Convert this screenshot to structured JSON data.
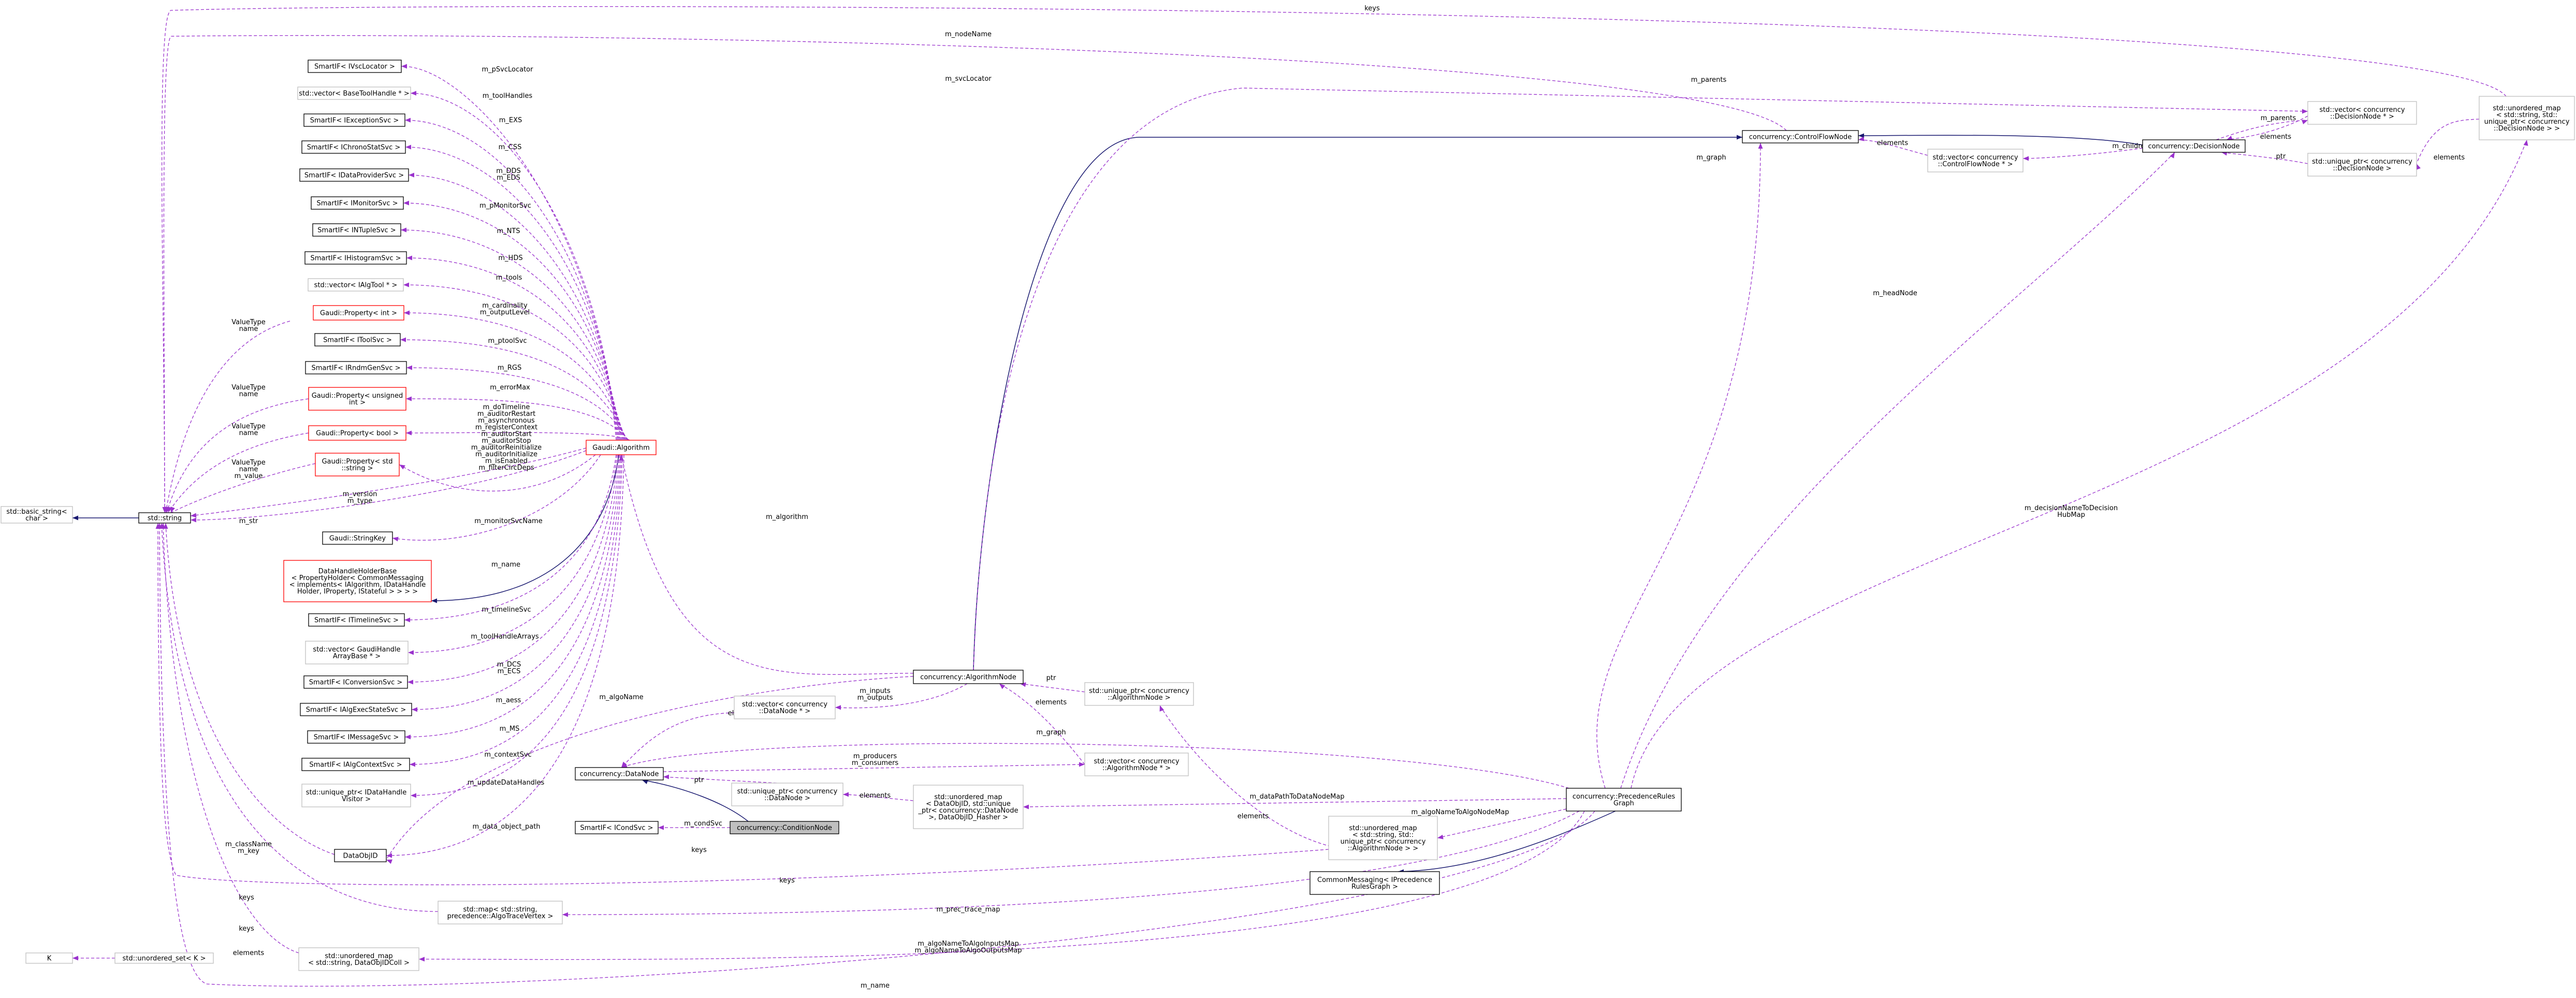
{
  "colors": {
    "usage_edge": "#9a32cd",
    "inherit_edge": "#191970",
    "focus_fill": "#bfbfbf",
    "template_border": "#ff0000",
    "external_border": "#bfbfbf"
  },
  "nodes": {
    "std_basic_string": [
      "std::basic_string<",
      "char >"
    ],
    "std_string": [
      "std::string"
    ],
    "k": [
      "K"
    ],
    "unordered_set_k": [
      "std::unordered_set< K >"
    ],
    "ivsc_locator": [
      "SmartIF< IVscLocator >"
    ],
    "vector_basetoolhandle": [
      "std::vector< BaseToolHandle * >"
    ],
    "iexceptionsvc": [
      "SmartIF< IExceptionSvc >"
    ],
    "ichronostatsvc": [
      "SmartIF< IChronoStatSvc >"
    ],
    "idataprovidersvc": [
      "SmartIF< IDataProviderSvc >"
    ],
    "imonitorsvc": [
      "SmartIF< IMonitorSvc >"
    ],
    "intuplesvc": [
      "SmartIF< INTupleSvc >"
    ],
    "ihistogramsvc": [
      "SmartIF< IHistogramSvc >"
    ],
    "vector_ialgtool": [
      "std::vector< IAlgTool * >"
    ],
    "property_int": [
      "Gaudi::Property< int >"
    ],
    "itoolsvc": [
      "SmartIF< IToolSvc >"
    ],
    "irndmgensvc": [
      "SmartIF< IRndmGenSvc >"
    ],
    "property_uint": [
      "Gaudi::Property< unsigned",
      "int >"
    ],
    "property_bool": [
      "Gaudi::Property< bool >"
    ],
    "property_string": [
      "Gaudi::Property< std",
      "::string >"
    ],
    "stringkey": [
      "Gaudi::StringKey"
    ],
    "datahandleholderbase": [
      "DataHandleHolderBase",
      "< PropertyHolder< CommonMessaging",
      "< implements< IAlgorithm, IDataHandle",
      "Holder, IProperty, IStateful > > > >"
    ],
    "itimelinesvc": [
      "SmartIF< ITimelineSvc >"
    ],
    "vector_gaudihandlearraybase": [
      "std::vector< GaudiHandle",
      "ArrayBase * >"
    ],
    "iconversionsvc": [
      "SmartIF< IConversionSvc >"
    ],
    "ialgexecstatesvc": [
      "SmartIF< IAlgExecStateSvc >"
    ],
    "imessagesvc": [
      "SmartIF< IMessageSvc >"
    ],
    "ialgcontextsvc": [
      "SmartIF< IAlgContextSvc >"
    ],
    "unique_ptr_idatahandlevisitor": [
      "std::unique_ptr< IDataHandle",
      "Visitor >"
    ],
    "dataobjid": [
      "DataObjID"
    ],
    "unordered_map_dataobjidcoll": [
      "std::unordered_map",
      "< std::string, DataObjIDColl >"
    ],
    "map_algtracevertex": [
      "std::map< std::string,",
      "precedence::AlgoTraceVertex >"
    ],
    "gaudi_algorithm": [
      "Gaudi::Algorithm"
    ],
    "datanode": [
      "concurrency::DataNode"
    ],
    "icondsvc": [
      "SmartIF< ICondSvc >"
    ],
    "conditionnode": [
      "concurrency::ConditionNode"
    ],
    "vector_datanode": [
      "std::vector< concurrency",
      "::DataNode * >"
    ],
    "algorithmnode": [
      "concurrency::AlgorithmNode"
    ],
    "unique_ptr_datanode": [
      "std::unique_ptr< concurrency",
      "::DataNode >"
    ],
    "unordered_map_dataobjid_datanode": [
      "std::unordered_map",
      "< DataObjID, std::unique",
      "_ptr< concurrency::DataNode",
      ">, DataObjID_Hasher >"
    ],
    "vector_algorithmnode": [
      "std::vector< concurrency",
      "::AlgorithmNode * >"
    ],
    "unique_ptr_algorithmnode": [
      "std::unique_ptr< concurrency",
      "::AlgorithmNode >"
    ],
    "unordered_map_string_algorithmnode": [
      "std::unordered_map",
      "< std::string, std::",
      "unique_ptr< concurrency",
      "::AlgorithmNode > >"
    ],
    "precedencerulesgraph": [
      "concurrency::PrecedenceRules",
      "Graph"
    ],
    "commonmessaging_iprecedencerulesgraph": [
      "CommonMessaging< IPrecedence",
      "RulesGraph >"
    ],
    "controlflownode": [
      "concurrency::ControlFlowNode"
    ],
    "vector_controlflownode": [
      "std::vector< concurrency",
      "::ControlFlowNode * >"
    ],
    "decisionnode": [
      "concurrency::DecisionNode"
    ],
    "vector_decisionnode": [
      "std::vector< concurrency",
      "::DecisionNode * >"
    ],
    "unique_ptr_decisionnode": [
      "std::unique_ptr< concurrency",
      "::DecisionNode >"
    ],
    "unordered_map_string_decisionnode": [
      "std::unordered_map",
      "< std::string, std::",
      "unique_ptr< concurrency",
      "::DecisionNode > >"
    ]
  },
  "edge_labels": {
    "keys_top": [
      "keys"
    ],
    "m_nodename": [
      "m_nodeName"
    ],
    "m_svclocator": [
      "m_svcLocator"
    ],
    "m_parents_top": [
      "m_parents"
    ],
    "m_parents": [
      "m_parents"
    ],
    "elements_decision": [
      "elements"
    ],
    "elements_cfn": [
      "elements"
    ],
    "m_children": [
      "m_children"
    ],
    "ptr_decision": [
      "ptr"
    ],
    "elements_decisionmap": [
      "elements"
    ],
    "m_graph_cfn": [
      "m_graph"
    ],
    "m_headnode": [
      "m_headNode"
    ],
    "m_decisionnametodecisionhubmap": [
      "m_decisionNameToDecision",
      "HubMap"
    ],
    "m_psvclocator": [
      "m_pSvcLocator"
    ],
    "m_toolhandles": [
      "m_toolHandles"
    ],
    "m_exs": [
      "m_EXS"
    ],
    "m_css": [
      "m_CSS"
    ],
    "m_dds_eds": [
      "m_DDS",
      "m_EDS"
    ],
    "m_pmonitorsvc": [
      "m_pMonitorSvc"
    ],
    "m_nts": [
      "m_NTS"
    ],
    "m_hds": [
      "m_HDS"
    ],
    "m_tools": [
      "m_tools"
    ],
    "m_cardinality": [
      "m_cardinality",
      "m_outputLevel"
    ],
    "m_ptoolsvc": [
      "m_ptoolSvc"
    ],
    "m_rgs": [
      "m_RGS"
    ],
    "m_errormax": [
      "m_errorMax"
    ],
    "m_bools": [
      "m_doTimeline",
      "m_auditorRestart",
      "m_asynchronous",
      "m_registerContext",
      "m_auditorStart",
      "m_auditorStop",
      "m_auditorReinitialize",
      "m_auditorInitialize",
      "m_isEnabled",
      "m_filterCircDeps"
    ],
    "m_monitorsvcname": [
      "m_monitorSvcName"
    ],
    "m_version_type": [
      "m_version",
      "m_type"
    ],
    "m_str": [
      "m_str"
    ],
    "m_name_alg": [
      "m_name"
    ],
    "m_timelinesvc": [
      "m_timelineSvc"
    ],
    "m_toolhandlearrays": [
      "m_toolHandleArrays"
    ],
    "m_dcs_ecs": [
      "m_DCS",
      "m_ECS"
    ],
    "m_aess": [
      "m_aess"
    ],
    "m_ms": [
      "m_MS"
    ],
    "m_contextsvc": [
      "m_contextSvc"
    ],
    "m_updatedatahandles": [
      "m_updateDataHandles"
    ],
    "m_data_object_path": [
      "m_data_object_path"
    ],
    "valuetype_name_int": [
      "ValueType",
      "name"
    ],
    "valuetype_name_uint": [
      "ValueType",
      "name"
    ],
    "valuetype_name_bool": [
      "ValueType",
      "name"
    ],
    "valuetype_name_value": [
      "ValueType",
      "name",
      "m_value"
    ],
    "m_classname_m_key": [
      "m_className",
      "m_key"
    ],
    "keys_dataobjid": [
      "keys"
    ],
    "keys_set": [
      "keys"
    ],
    "keys_map": [
      "keys"
    ],
    "keys_bottom": [
      "keys"
    ],
    "elements_set": [
      "elements"
    ],
    "m_algname": [
      "m_algoName"
    ],
    "elements_vector_datanode": [
      "elements"
    ],
    "m_inputs_outputs": [
      "m_inputs",
      "m_outputs"
    ],
    "m_algorithm": [
      "m_algorithm"
    ],
    "ptr_algorithmnode": [
      "ptr"
    ],
    "elements_vector_algnode": [
      "elements"
    ],
    "m_graph": [
      "m_graph"
    ],
    "m_producers_consumers": [
      "m_producers",
      "m_consumers"
    ],
    "ptr_datanode": [
      "ptr"
    ],
    "elements_datanodemap": [
      "elements"
    ],
    "m_condsvc": [
      "m_condSvc"
    ],
    "m_datapathtodatanodemap": [
      "m_dataPathToDataNodeMap"
    ],
    "elements_algmap": [
      "elements"
    ],
    "m_algonametoalgonodemap": [
      "m_algoNameToAlgoNodeMap"
    ],
    "m_prec_trace_map": [
      "m_prec_trace_map"
    ],
    "m_algonametoalgoinputsmap": [
      "m_algoNameToAlgoInputsMap",
      "m_algoNameToAlgoOutputsMap"
    ],
    "m_name_bottom": [
      "m_name"
    ]
  }
}
